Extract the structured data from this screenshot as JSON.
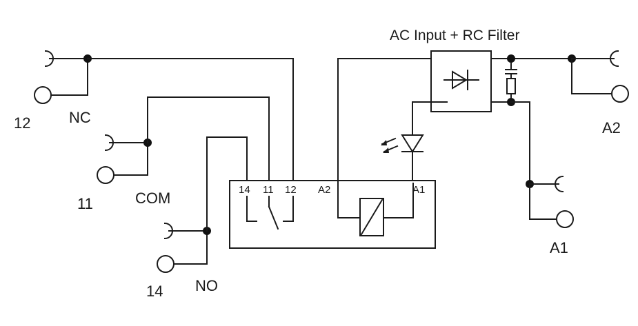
{
  "title": "AC Input + RC Filter",
  "terminals": {
    "t12": "12",
    "nc": "NC",
    "t11": "11",
    "com": "COM",
    "t14": "14",
    "no": "NO",
    "a2": "A2",
    "a1": "A1"
  },
  "relay_pins": {
    "p14": "14",
    "p11": "11",
    "p12": "12",
    "a2": "A2",
    "a1": "A1"
  }
}
